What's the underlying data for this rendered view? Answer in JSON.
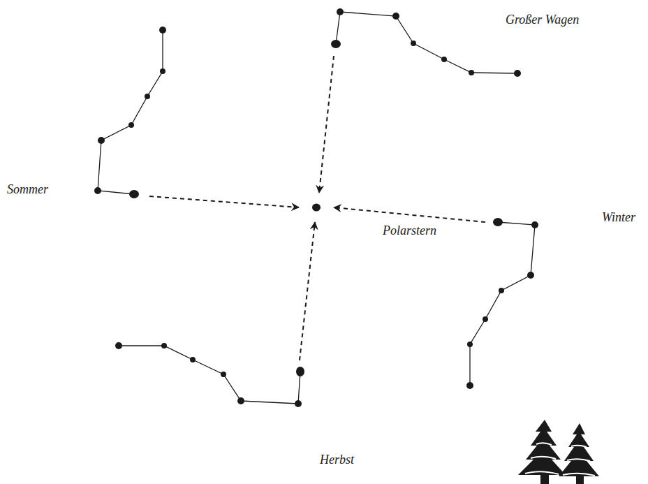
{
  "diagram": {
    "labels": [
      "Großer Wagen",
      "Sommer",
      "Polarstern",
      "Winter",
      "Herbst"
    ]
  }
}
